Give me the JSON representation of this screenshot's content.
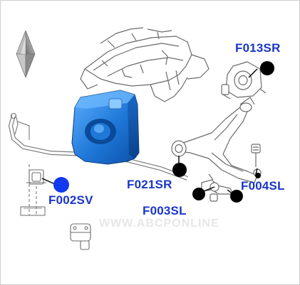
{
  "part_codes": {
    "top_right": "F013SR",
    "middle": "F021SR",
    "right": "F004SL",
    "left": "F002SV",
    "bottom": "F003SL"
  },
  "watermark": "WWW.ABCPONLINE",
  "colors": {
    "label_text": "#1a36c8",
    "bushing": "#1f78d8",
    "dot_black": "#000000",
    "dot_blue": "#1238f0",
    "line_art": "#6b6b6b"
  },
  "icons": [
    "brand-diamond-logo",
    "bushing-illustration",
    "suspension-line-drawing"
  ]
}
